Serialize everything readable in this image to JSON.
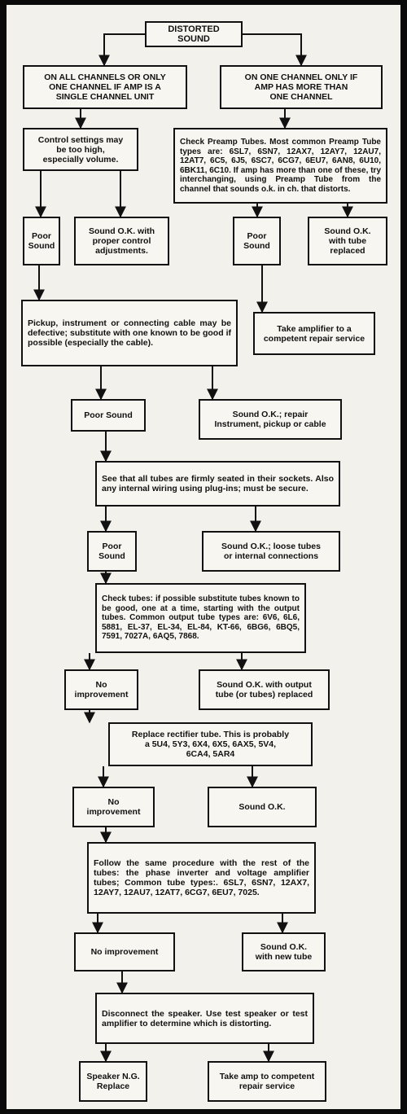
{
  "flowchart": {
    "start": "DISTORTED SOUND",
    "all_channels": "ON ALL CHANNELS OR ONLY\nONE CHANNEL IF AMP IS A\nSINGLE CHANNEL UNIT",
    "one_channel": "ON ONE CHANNEL ONLY IF\nAMP HAS MORE THAN\nONE CHANNEL",
    "controls_high": "Control settings may\nbe too high,\nespecially volume.",
    "check_preamp": "Check Preamp Tubes. Most common Preamp Tube types are: 6SL7, 6SN7, 12AX7, 12AY7, 12AU7, 12AT7, 6C5, 6J5, 6SC7, 6CG7, 6EU7, 6AN8, 6U10, 6BK11, 6C10. If amp has more than one of these, try interchanging, using Preamp Tube from the channel that sounds o.k. in ch. that distorts.",
    "poor_sound_1": "Poor\nSound",
    "ok_controls": "Sound O.K. with\nproper control\nadjustments.",
    "poor_sound_2": "Poor\nSound",
    "ok_tube_replaced": "Sound O.K.\nwith tube\nreplaced",
    "pickup_defective": "Pickup, instrument or connecting cable may be defective; substitute with one known to be good if possible (especially the cable).",
    "take_amp_repair_1": "Take amplifier to a\ncompetent repair service",
    "poor_sound_3": "Poor Sound",
    "ok_repair_instrument": "Sound O.K.; repair\nInstrument, pickup or cable",
    "tubes_seated": "See that all tubes are firmly seated in their sockets. Also any internal wiring using plug-ins; must be secure.",
    "poor_sound_4": "Poor\nSound",
    "ok_loose_tubes": "Sound O.K.; loose tubes\nor internal connections",
    "check_tubes": "Check tubes: if possible substitute tubes known to be good, one at a time, starting with the output tubes. Common output tube types are: 6V6, 6L6, 5881, EL-37, EL-34, EL-84, KT-66, 6BG6, 6BQ5, 7591, 7027A, 6AQ5, 7868.",
    "no_improvement_1": "No\nimprovement",
    "ok_output_replaced": "Sound O.K. with output\ntube (or tubes) replaced",
    "replace_rectifier": "Replace rectifier tube. This is probably\na 5U4, 5Y3, 6X4, 6X5, 6AX5, 5V4,\n6CA4, 5AR4",
    "no_improvement_2": "No\nimprovement",
    "sound_ok": "Sound O.K.",
    "follow_procedure": "Follow the same procedure with the rest of the tubes: the phase inverter and voltage amplifier tubes; Common tube types:. 6SL7, 6SN7, 12AX7, 12AY7, 12AU7, 12AT7, 6CG7, 6EU7, 7025.",
    "no_improvement_3": "No improvement",
    "ok_new_tube": "Sound O.K.\nwith new tube",
    "disconnect_speaker": "Disconnect the speaker. Use test speaker or test amplifier to determine which is distorting.",
    "speaker_ng": "Speaker N.G.\nReplace",
    "take_amp_repair_2": "Take amp to competent\nrepair service"
  }
}
